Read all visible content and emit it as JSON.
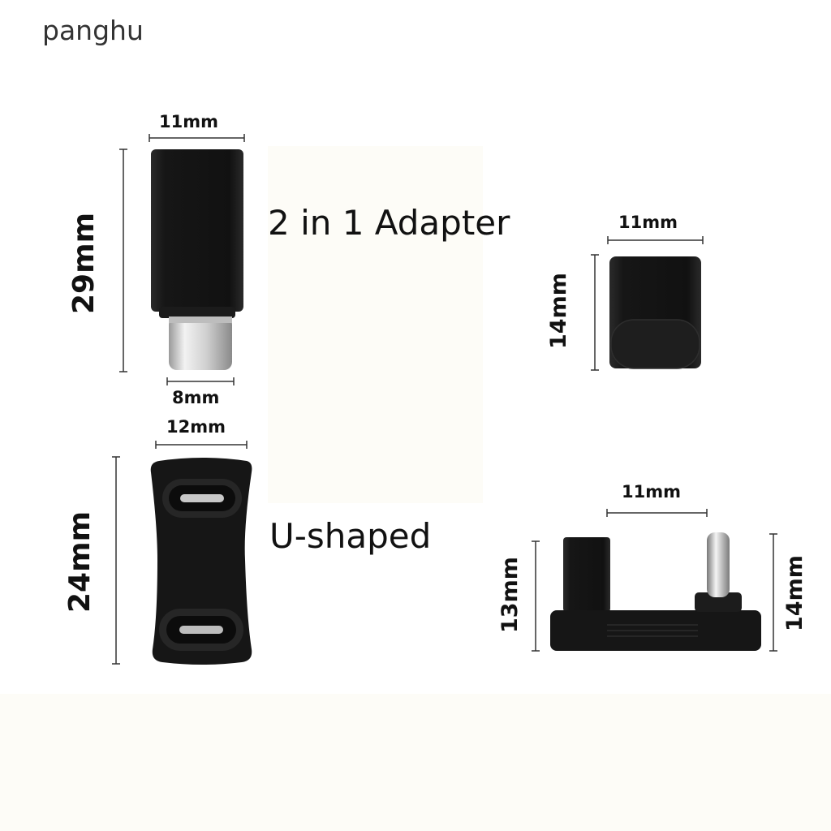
{
  "brand": "panghu",
  "captions": {
    "adapter": "2 in 1 Adapter",
    "u_shaped": "U-shaped"
  },
  "dimensions": {
    "adapter_width": "11mm",
    "adapter_height": "29mm",
    "plug_width": "8mm",
    "u_width": "12mm",
    "u_height": "24mm",
    "cap_width": "11mm",
    "cap_height": "14mm",
    "side_width": "11mm",
    "side_left_height": "13mm",
    "side_right_height": "14mm"
  },
  "colors": {
    "product_body": "#141414",
    "connector_metal": "#d6d6d6",
    "dimension_line": "#333333"
  }
}
